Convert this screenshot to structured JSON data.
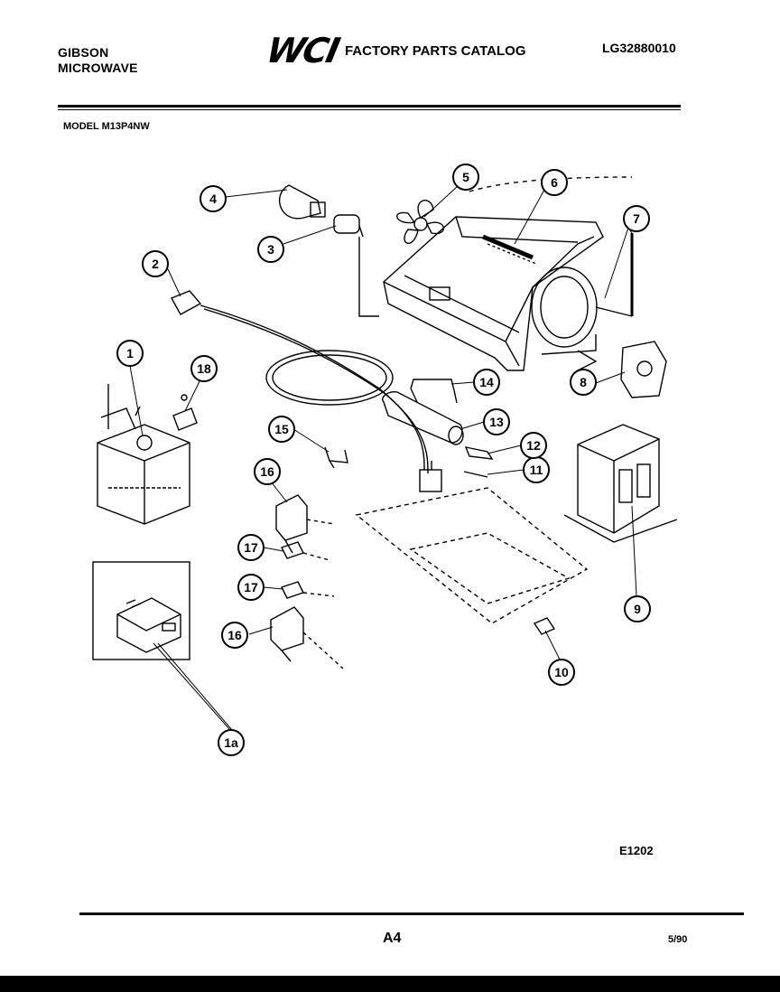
{
  "header": {
    "brand_line1": "GIBSON",
    "brand_line2": "MICROWAVE",
    "logo": "WCI",
    "catalog_title": "FACTORY PARTS CATALOG",
    "catalog_code": "LG32880010",
    "model": "MODEL M13P4NW"
  },
  "diagram": {
    "callouts": [
      {
        "id": "c1",
        "label": "1"
      },
      {
        "id": "c1a",
        "label": "1a"
      },
      {
        "id": "c2",
        "label": "2"
      },
      {
        "id": "c3",
        "label": "3"
      },
      {
        "id": "c4",
        "label": "4"
      },
      {
        "id": "c5",
        "label": "5"
      },
      {
        "id": "c6",
        "label": "6"
      },
      {
        "id": "c7",
        "label": "7"
      },
      {
        "id": "c8",
        "label": "8"
      },
      {
        "id": "c9",
        "label": "9"
      },
      {
        "id": "c10",
        "label": "10"
      },
      {
        "id": "c11",
        "label": "11"
      },
      {
        "id": "c12",
        "label": "12"
      },
      {
        "id": "c13",
        "label": "13"
      },
      {
        "id": "c14",
        "label": "14"
      },
      {
        "id": "c15",
        "label": "15"
      },
      {
        "id": "c16a",
        "label": "16"
      },
      {
        "id": "c16b",
        "label": "16"
      },
      {
        "id": "c17a",
        "label": "17"
      },
      {
        "id": "c17b",
        "label": "17"
      },
      {
        "id": "c18",
        "label": "18"
      }
    ],
    "code": "E1202"
  },
  "footer": {
    "page": "A4",
    "date": "5/90"
  }
}
